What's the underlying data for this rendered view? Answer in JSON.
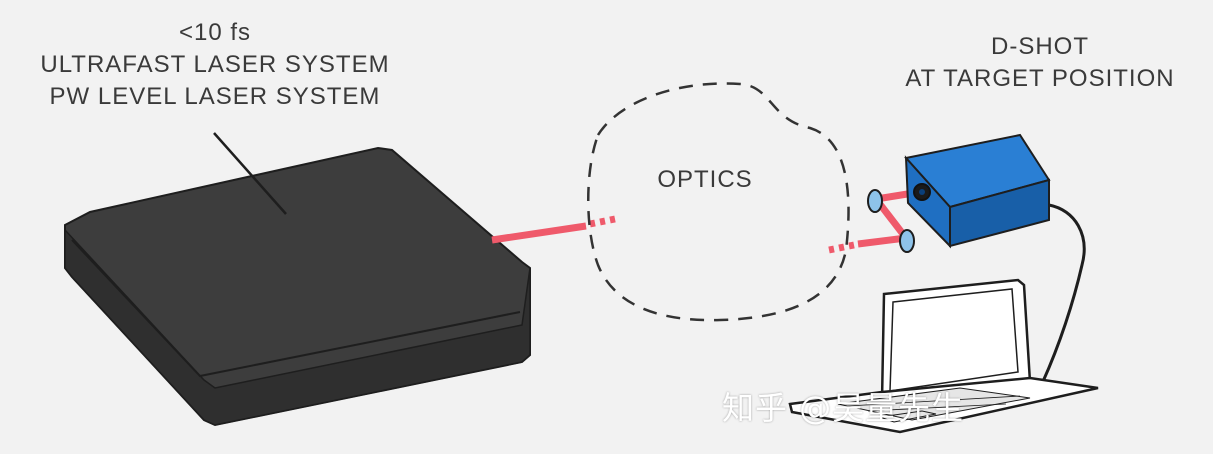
{
  "labels": {
    "laser": [
      "<10 fs",
      "ULTRAFAST LASER SYSTEM",
      "PW LEVEL LASER SYSTEM"
    ],
    "dshot": [
      "D-SHOT",
      "AT TARGET POSITION"
    ],
    "optics": "OPTICS"
  },
  "watermark": "知乎 @昊量先生",
  "colors": {
    "background": "#f2f2f2",
    "laser_box": "#3d3d3d",
    "beam": "#ef5a6b",
    "dshot_box": "#1f6fc2",
    "mirror": "#8ec3ea",
    "outline": "#1e1e1e"
  }
}
